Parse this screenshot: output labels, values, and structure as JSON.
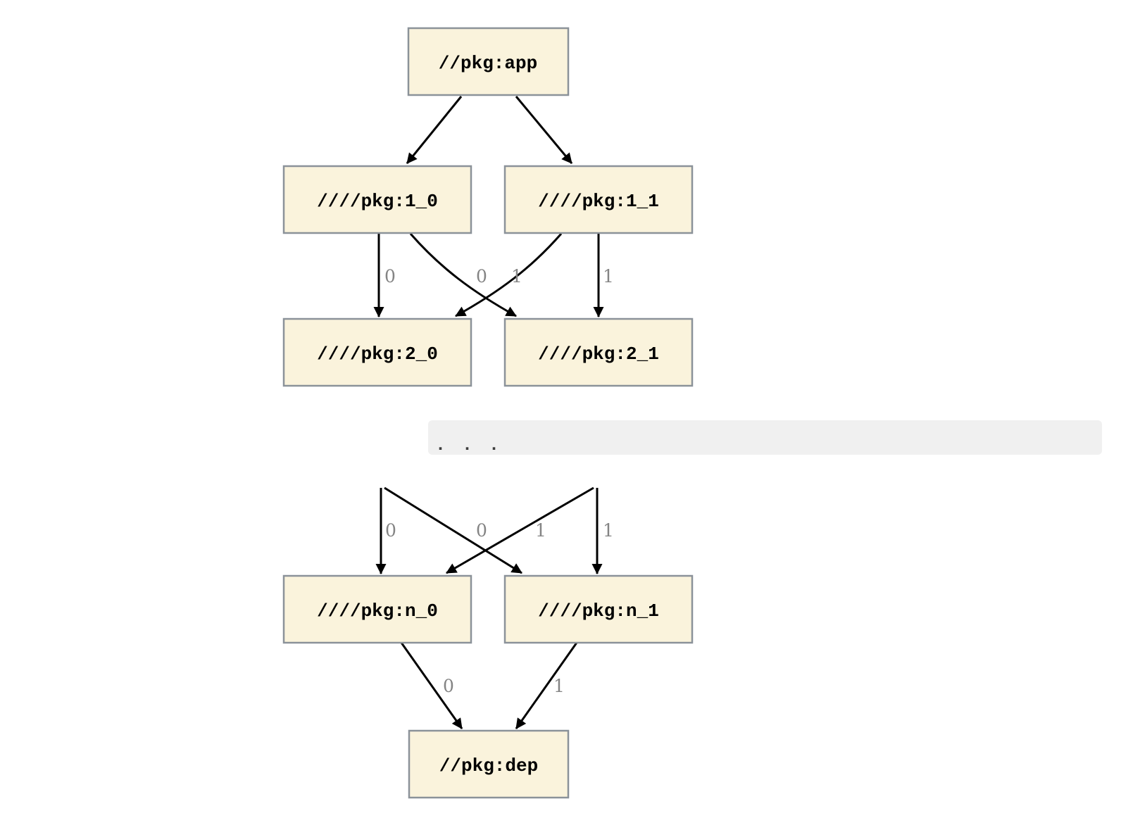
{
  "diagram": {
    "type": "dependency-graph",
    "nodes": {
      "app": "//pkg:app",
      "l1_0": "////pkg:1_0",
      "l1_1": "////pkg:1_1",
      "l2_0": "////pkg:2_0",
      "l2_1": "////pkg:2_1",
      "ln_0": "////pkg:n_0",
      "ln_1": "////pkg:n_1",
      "dep": "//pkg:dep"
    },
    "ellipsis": ".  .  .",
    "edges": [
      {
        "from": "//pkg:app",
        "to": "////pkg:1_0",
        "label": ""
      },
      {
        "from": "//pkg:app",
        "to": "////pkg:1_1",
        "label": ""
      },
      {
        "from": "////pkg:1_0",
        "to": "////pkg:2_0",
        "label": "0"
      },
      {
        "from": "////pkg:1_0",
        "to": "////pkg:2_1",
        "label": "1"
      },
      {
        "from": "////pkg:1_1",
        "to": "////pkg:2_0",
        "label": "0"
      },
      {
        "from": "////pkg:1_1",
        "to": "////pkg:2_1",
        "label": "1"
      },
      {
        "from": "...",
        "to": "////pkg:n_0",
        "label": "0"
      },
      {
        "from": "...",
        "to": "////pkg:n_1",
        "label": "1"
      },
      {
        "from": "...",
        "to": "////pkg:n_0",
        "label": "0"
      },
      {
        "from": "...",
        "to": "////pkg:n_1",
        "label": "1"
      },
      {
        "from": "////pkg:n_0",
        "to": "//pkg:dep",
        "label": "0"
      },
      {
        "from": "////pkg:n_1",
        "to": "//pkg:dep",
        "label": "1"
      }
    ],
    "colors": {
      "node_fill": "#faf3dc",
      "node_border": "#8b9299",
      "node_text": "#000000",
      "edge": "#000000",
      "edge_label": "#848484",
      "band_fill": "#f0f0f0"
    }
  }
}
